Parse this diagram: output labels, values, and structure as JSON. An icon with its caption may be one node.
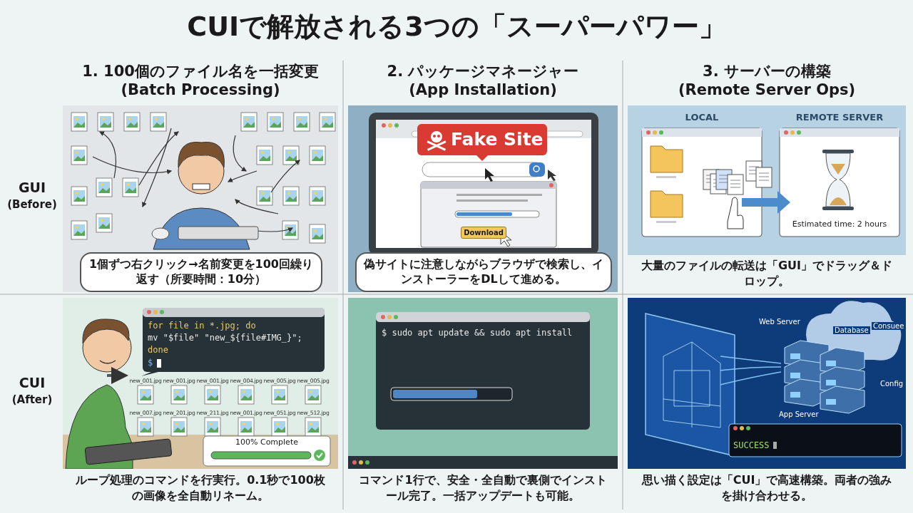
{
  "diagram": {
    "title": "CUIで解放される3つの「スーパーパワー」",
    "labels": [
      "1. 100個のファイル名を一括変更",
      "(Batch Processing)",
      "2. パッケージマネージャー",
      "(App Installation)",
      "3. サーバーの構築",
      "(Remote Server Ops)",
      "GUI",
      "(Before)",
      "1個ずつ右クリック→名前変更を100回繰り返す（所要時間：10分）",
      "Fake Site",
      "Download",
      "偽サイトに注意しながらブラウザで検索し、インストーラーをDLして進める。",
      "LOCAL",
      "REMOTE SERVER",
      "Estimated time: 2 hours",
      "大量のファイルの転送は「GUI」でドラッグ＆ドロップ。",
      "CUI",
      "(After)",
      "for file in *.jpg; do",
      "mv \"$file\" \"new_${file#IMG_}\";",
      "done",
      "$",
      "new_001.jpg",
      "new_001.jpg",
      "new_001.jpg",
      "new_004.jpg",
      "new_005.jpg",
      "new_005.jpg",
      "new_007.jpg",
      "new_201.jpg",
      "new_211.jpg",
      "new_001.jpg",
      "new_051.jpg",
      "new_512.jpg",
      "100% Complete",
      "ループ処理のコマンドを行実行。0.1秒で100枚の画像を全自動リネーム。",
      "$ sudo apt update && sudo apt install",
      "コマンド1行で、安全・全自動で裏側でインストール完了。一括アップデートも可能。",
      "Web Server",
      "Database",
      "Consuee",
      "Config",
      "App Server",
      "SUCCESS",
      "思い描く設定は「CUI」で高速構築。両者の強みを掛け合わせる。"
    ]
  }
}
